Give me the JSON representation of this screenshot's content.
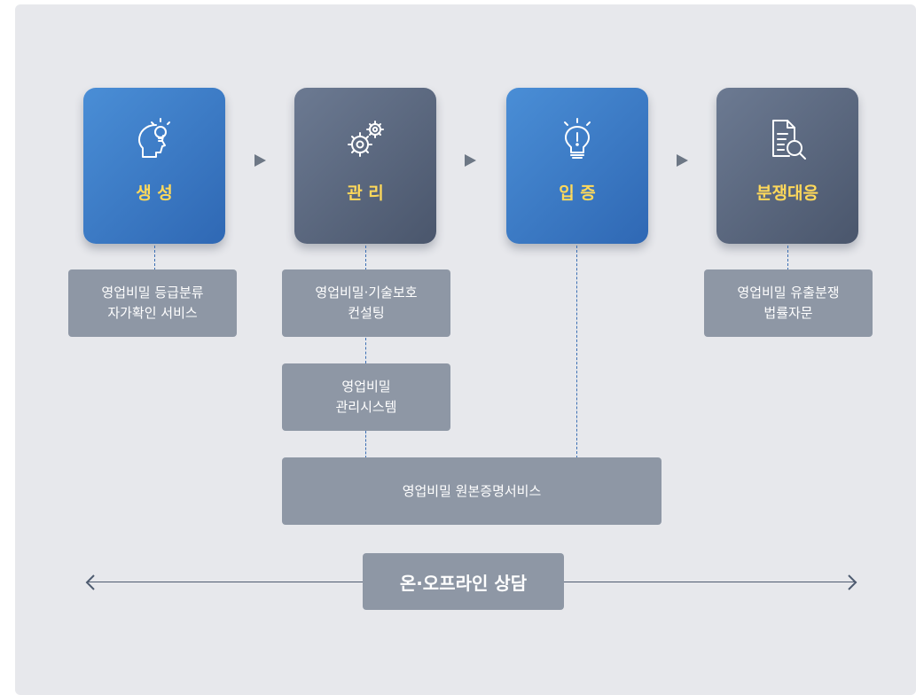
{
  "stages": [
    {
      "label": "생 성",
      "icon": "head-lightbulb-icon",
      "color": "#3d7fcc"
    },
    {
      "label": "관 리",
      "icon": "gears-icon",
      "color": "#5b6780"
    },
    {
      "label": "입 증",
      "icon": "lightbulb-exclamation-icon",
      "color": "#3d7fcc"
    },
    {
      "label": "분쟁대응",
      "icon": "document-magnifier-icon",
      "color": "#5b6780"
    }
  ],
  "services": {
    "grade_check": {
      "line1": "영업비밀 등급분류",
      "line2": "자가확인 서비스"
    },
    "consulting": {
      "line1": "영업비밀·기술보호",
      "line2": "컨설팅"
    },
    "mgmt_system": {
      "line1": "영업비밀",
      "line2": "관리시스템"
    },
    "original_proof": {
      "line1": "영업비밀 원본증명서비스"
    },
    "legal_advice": {
      "line1": "영업비밀 유출분쟁",
      "line2": "법률자문"
    }
  },
  "consultation": {
    "label": "온·오프라인 상담"
  },
  "colors": {
    "stage_label": "#ffd95a",
    "service_box": "#8e97a5",
    "background": "#e7e8ec",
    "connector": "#3b6fb4"
  }
}
